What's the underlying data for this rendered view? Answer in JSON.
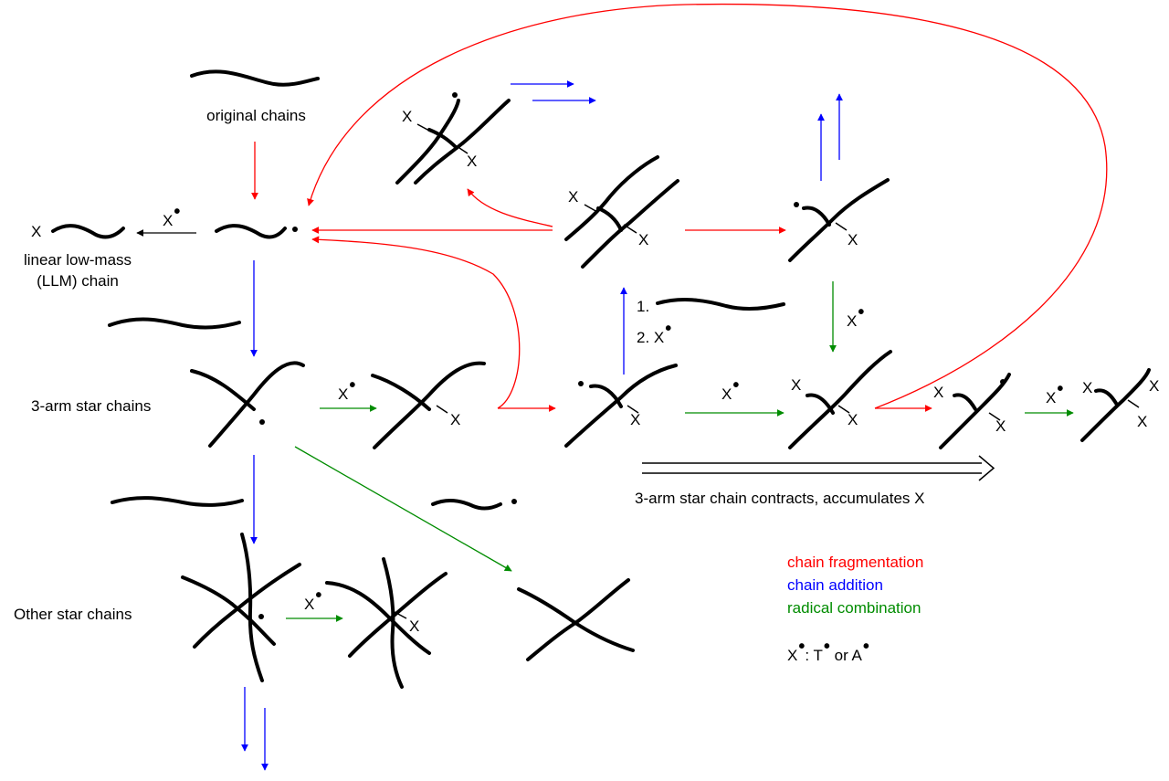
{
  "labels": {
    "original_chains": "original chains",
    "linear_low_mass_line1": "linear low-mass",
    "linear_low_mass_line2": "(LLM) chain",
    "three_arm_star": "3-arm star chains",
    "other_star": "Other star chains",
    "contracts": "3-arm star chain contracts, accumulates X",
    "step1": "1.",
    "step2": "2. X",
    "x": "X"
  },
  "legend": {
    "fragmentation": "chain fragmentation",
    "addition": "chain addition",
    "combination": "radical combination",
    "x_def_prefix": "X",
    "x_def_mid": ": T",
    "x_def_end": " or A"
  },
  "colors": {
    "fragmentation": "#ff0000",
    "addition": "#0000ff",
    "combination": "#008c00",
    "chain": "#000000"
  }
}
